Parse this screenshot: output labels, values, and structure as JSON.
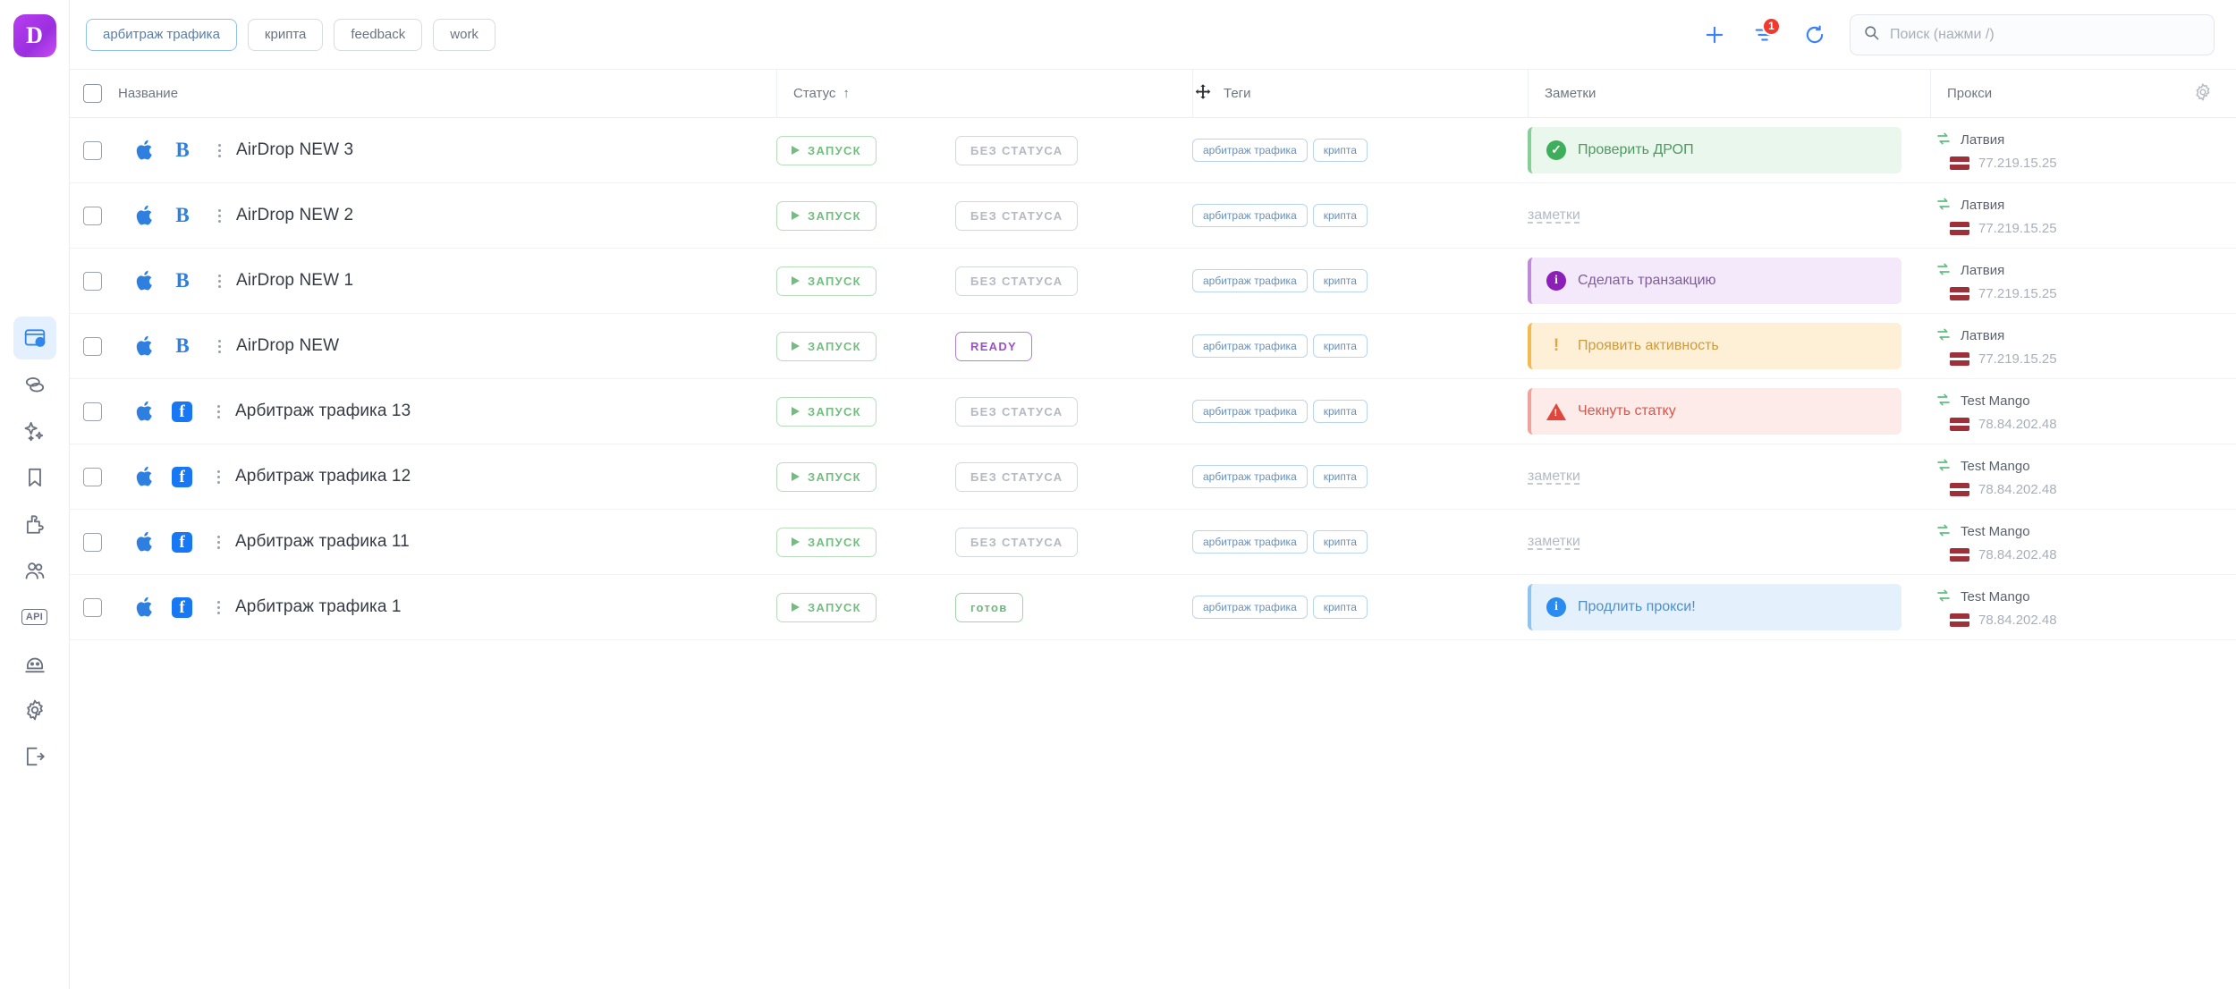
{
  "app": {
    "logo_letter": "D",
    "logo_color": "#a32fe0"
  },
  "sidebar": {
    "items": [
      {
        "name": "browser-profiles",
        "label": "Browser profiles",
        "active": true
      },
      {
        "name": "proxies",
        "label": "Proxies",
        "active": false
      },
      {
        "name": "automation",
        "label": "Automation",
        "active": false
      },
      {
        "name": "bookmarks",
        "label": "Bookmarks",
        "active": false
      },
      {
        "name": "extensions",
        "label": "Extensions",
        "active": false
      },
      {
        "name": "team",
        "label": "Team",
        "active": false
      },
      {
        "name": "api",
        "label": "API",
        "active": false
      },
      {
        "name": "bot",
        "label": "Bot",
        "active": false
      },
      {
        "name": "settings",
        "label": "Settings",
        "active": false
      },
      {
        "name": "logout",
        "label": "Logout",
        "active": false
      }
    ],
    "api_label": "API"
  },
  "topbar": {
    "tabs": [
      {
        "label": "арбитраж трафика",
        "active": true
      },
      {
        "label": "крипта",
        "active": false
      },
      {
        "label": "feedback",
        "active": false
      },
      {
        "label": "work",
        "active": false
      }
    ],
    "add_label": "+",
    "filter_badge": "1",
    "search": {
      "value": "",
      "placeholder": "Поиск (нажми /)"
    }
  },
  "table": {
    "columns": {
      "name": "Название",
      "status": "Статус",
      "status_sort": "↑",
      "tags": "Теги",
      "notes": "Заметки",
      "proxy": "Прокси"
    },
    "rows": [
      {
        "name": "AirDrop NEW 3",
        "platform_icon": "apple-icon",
        "app_icon": "bitcoin-icon",
        "run_label": "ЗАПУСК",
        "status": "БЕЗ СТАТУСА",
        "status_kind": "none",
        "tags": [
          "арбитраж трафика",
          "крипта"
        ],
        "note": "Проверить ДРОП",
        "note_kind": "green",
        "note_icon": "check-circle-icon",
        "proxy_name": "Латвия",
        "proxy_ip": "77.219.15.25",
        "proxy_flag": "lv"
      },
      {
        "name": "AirDrop NEW 2",
        "platform_icon": "apple-icon",
        "app_icon": "bitcoin-icon",
        "run_label": "ЗАПУСК",
        "status": "БЕЗ СТАТУСА",
        "status_kind": "none",
        "tags": [
          "арбитраж трафика",
          "крипта"
        ],
        "note": "заметки",
        "note_kind": "plain",
        "note_icon": "",
        "proxy_name": "Латвия",
        "proxy_ip": "77.219.15.25",
        "proxy_flag": "lv"
      },
      {
        "name": "AirDrop NEW 1",
        "platform_icon": "apple-icon",
        "app_icon": "bitcoin-icon",
        "run_label": "ЗАПУСК",
        "status": "БЕЗ СТАТУСА",
        "status_kind": "none",
        "tags": [
          "арбитраж трафика",
          "крипта"
        ],
        "note": "Сделать транзакцию",
        "note_kind": "purple",
        "note_icon": "info-circle-icon",
        "proxy_name": "Латвия",
        "proxy_ip": "77.219.15.25",
        "proxy_flag": "lv"
      },
      {
        "name": "AirDrop NEW",
        "platform_icon": "apple-icon",
        "app_icon": "bitcoin-icon",
        "run_label": "ЗАПУСК",
        "status": "READY",
        "status_kind": "ready",
        "tags": [
          "арбитраж трафика",
          "крипта"
        ],
        "note": "Проявить активность",
        "note_kind": "orange",
        "note_icon": "exclamation-icon",
        "proxy_name": "Латвия",
        "proxy_ip": "77.219.15.25",
        "proxy_flag": "lv"
      },
      {
        "name": "Арбитраж трафика 13",
        "platform_icon": "apple-icon",
        "app_icon": "facebook-icon",
        "run_label": "ЗАПУСК",
        "status": "БЕЗ СТАТУСА",
        "status_kind": "none",
        "tags": [
          "арбитраж трафика",
          "крипта"
        ],
        "note": "Чекнуть статку",
        "note_kind": "red",
        "note_icon": "warning-triangle-icon",
        "proxy_name": "Test Mango",
        "proxy_ip": "78.84.202.48",
        "proxy_flag": "lv"
      },
      {
        "name": "Арбитраж трафика 12",
        "platform_icon": "apple-icon",
        "app_icon": "facebook-icon",
        "run_label": "ЗАПУСК",
        "status": "БЕЗ СТАТУСА",
        "status_kind": "none",
        "tags": [
          "арбитраж трафика",
          "крипта"
        ],
        "note": "заметки",
        "note_kind": "plain",
        "note_icon": "",
        "proxy_name": "Test Mango",
        "proxy_ip": "78.84.202.48",
        "proxy_flag": "lv"
      },
      {
        "name": "Арбитраж трафика 11",
        "platform_icon": "apple-icon",
        "app_icon": "facebook-icon",
        "run_label": "ЗАПУСК",
        "status": "БЕЗ СТАТУСА",
        "status_kind": "none",
        "tags": [
          "арбитраж трафика",
          "крипта"
        ],
        "note": "заметки",
        "note_kind": "plain",
        "note_icon": "",
        "proxy_name": "Test Mango",
        "proxy_ip": "78.84.202.48",
        "proxy_flag": "lv"
      },
      {
        "name": "Арбитраж трафика 1",
        "platform_icon": "apple-icon",
        "app_icon": "facebook-icon",
        "run_label": "ЗАПУСК",
        "status": "готов",
        "status_kind": "gotov",
        "tags": [
          "арбитраж трафика",
          "крипта"
        ],
        "note": "Продлить прокси!",
        "note_kind": "blue",
        "note_icon": "info-circle-icon",
        "proxy_name": "Test Mango",
        "proxy_ip": "78.84.202.48",
        "proxy_flag": "lv"
      }
    ]
  }
}
